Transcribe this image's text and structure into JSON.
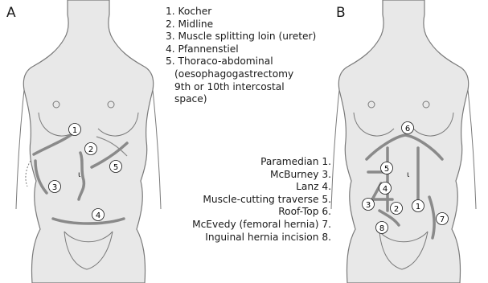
{
  "panel_a": {
    "letter": "A",
    "legend": [
      {
        "text": "1. Kocher"
      },
      {
        "text": "2. Midline"
      },
      {
        "text": "3. Muscle splitting loin (ureter)"
      },
      {
        "text": "4. Pfannenstiel"
      },
      {
        "text": "5. Thoraco-abdominal"
      }
    ],
    "legend_continuation": [
      "(oesophagogastrectomy",
      "9th or 10th intercostal",
      "space)"
    ],
    "markers": [
      "1",
      "2",
      "3",
      "4",
      "5"
    ],
    "umbilicus_mark": "ι"
  },
  "panel_b": {
    "letter": "B",
    "legend": [
      {
        "text": "Paramedian 1."
      },
      {
        "text": "McBurney 3."
      },
      {
        "text": "Lanz 4."
      },
      {
        "text": "Muscle-cutting traverse 5."
      },
      {
        "text": "Roof-Top 6."
      },
      {
        "text": "McEvedy (femoral hernia) 7."
      },
      {
        "text": "Inguinal hernia incision 8."
      }
    ],
    "markers": [
      "1",
      "2",
      "3",
      "4",
      "5",
      "6",
      "7",
      "8"
    ],
    "umbilicus_mark": "ι"
  },
  "colors": {
    "body_fill": "#e8e8e8",
    "body_outline": "#7a7a7a",
    "incision": "#7a7a7a",
    "text": "#1a1a1a"
  }
}
